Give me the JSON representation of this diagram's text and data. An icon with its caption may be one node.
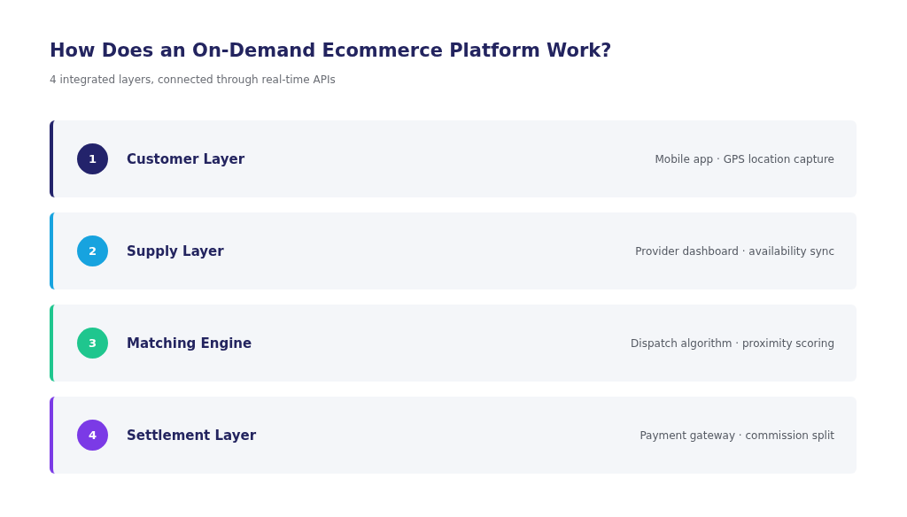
{
  "diagram": {
    "title": "How Does an On-Demand Ecommerce Platform Work?",
    "caption": "4 integrated layers, connected through real-time APIs",
    "nodes": [
      {
        "text": [
          "Customer Layer",
          "Mobile app · GPS location capture"
        ]
      },
      {
        "text": [
          "1"
        ],
        "in": 0
      },
      {
        "text": [
          "Supply Layer",
          "Provider dashboard · availability sync"
        ]
      },
      {
        "text": [
          "2"
        ],
        "in": 2
      },
      {
        "text": [
          "Matching Engine",
          "Dispatch algorithm · proximity scoring"
        ]
      },
      {
        "text": [
          "3"
        ],
        "in": 4
      },
      {
        "text": [
          "Settlement Layer",
          "Payment gateway · commission split"
        ]
      },
      {
        "text": [
          "4"
        ],
        "in": 6
      }
    ]
  }
}
